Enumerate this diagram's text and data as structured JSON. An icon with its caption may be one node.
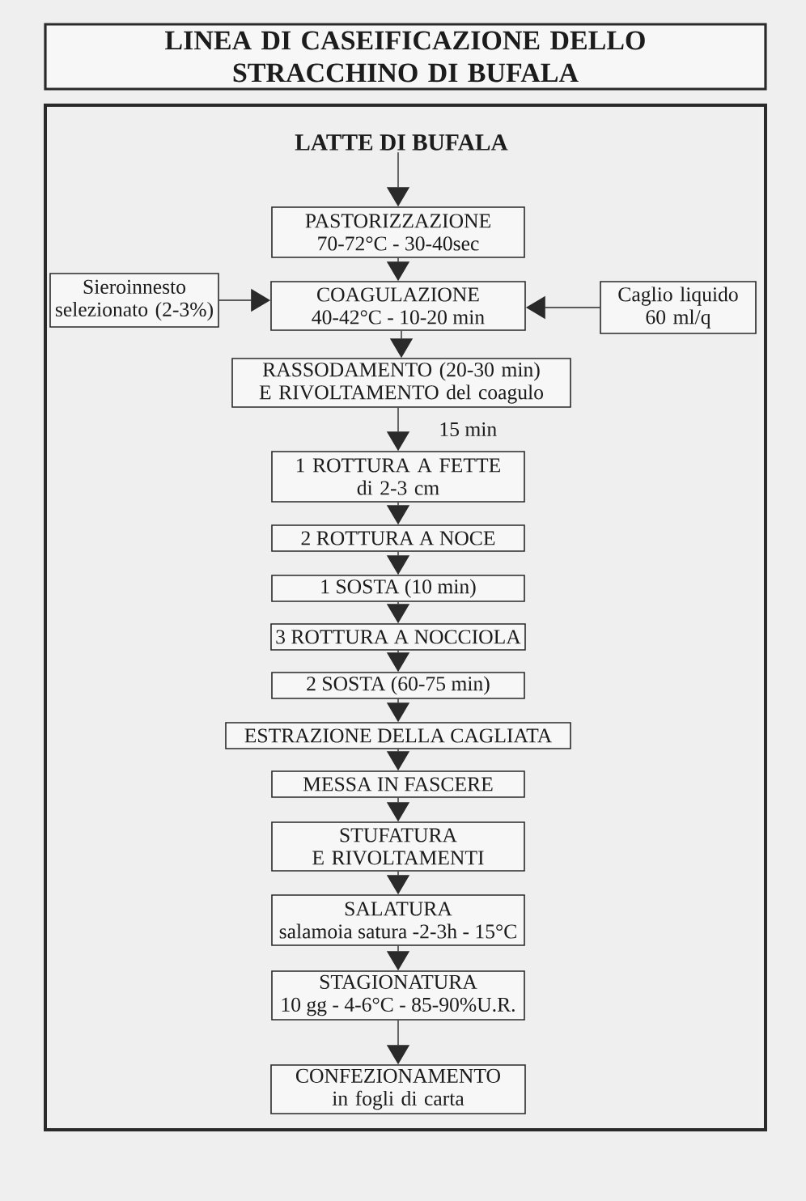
{
  "diagram": {
    "title": "LINEA DI CASEIFICAZIONE DELLO STRACCHINO DI BUFALA",
    "nodes": [
      {
        "text": [],
        "shape": "box"
      },
      {
        "text": [
          "LATTE DI BUFALA"
        ],
        "in": 0
      },
      {
        "text": [
          "PASTORIZZAZIONE",
          "70-72°C - 30-40sec"
        ],
        "in": 0
      },
      {
        "text": [
          "Sieroinnesto selezionato (2-3%)"
        ],
        "in": 0
      },
      {
        "text": [
          "COAGULAZIONE",
          "40-42°C - 10-20 min"
        ],
        "in": 0
      },
      {
        "text": [
          "Caglio liquido 60 ml/q"
        ],
        "in": 0
      },
      {
        "text": [
          "RASSODAMENTO (20-30 min) E RIVOLTAMENTO del coagulo"
        ],
        "in": 0
      },
      {
        "text": [
          "1 ROTTURA A FETTE di 2-3 cm"
        ],
        "in": 0
      },
      {
        "text": [
          "2 ROTTURA A NOCE"
        ],
        "in": 0
      },
      {
        "text": [
          "1 SOSTA (10 min)"
        ],
        "in": 0
      },
      {
        "text": [
          "3 ROTTURA A NOCCIOLA"
        ],
        "in": 0
      },
      {
        "text": [
          "2 SOSTA (60-75 min)"
        ],
        "in": 0
      },
      {
        "text": [
          "ESTRAZIONE DELLA CAGLIATA"
        ],
        "in": 0
      },
      {
        "text": [
          "MESSA IN FASCERE"
        ],
        "in": 0
      },
      {
        "text": [
          "STUFATURA E RIVOLTAMENTI"
        ],
        "in": 0
      },
      {
        "text": [
          "SALATURA",
          "salamoia satura -2-3h - 15°C"
        ],
        "in": 0
      },
      {
        "text": [
          "STAGIONATURA",
          "10 gg - 4-6°C - 85-90%U.R."
        ],
        "in": 0
      },
      {
        "text": [
          "CONFEZIONAMENTO in fogli di carta"
        ],
        "in": 0
      }
    ],
    "edges": [
      {
        "from": 1,
        "to": 2,
        "arrow": "to"
      },
      {
        "from": 2,
        "to": 4,
        "arrow": "to"
      },
      {
        "from": 3,
        "to": 4,
        "arrow": "to"
      },
      {
        "from": 5,
        "to": 4,
        "arrow": "to"
      },
      {
        "from": 4,
        "to": 6,
        "arrow": "to"
      },
      {
        "from": 6,
        "to": 7,
        "arrow": "to",
        "label": "15 min"
      },
      {
        "from": 7,
        "to": 8,
        "arrow": "to"
      },
      {
        "from": 8,
        "to": 9,
        "arrow": "to"
      },
      {
        "from": 9,
        "to": 10,
        "arrow": "to"
      },
      {
        "from": 10,
        "to": 11,
        "arrow": "to"
      },
      {
        "from": 11,
        "to": 12,
        "arrow": "to"
      },
      {
        "from": 12,
        "to": 13,
        "arrow": "to"
      },
      {
        "from": 13,
        "to": 14,
        "arrow": "to"
      },
      {
        "from": 14,
        "to": 15,
        "arrow": "to"
      },
      {
        "from": 15,
        "to": 16,
        "arrow": "to"
      },
      {
        "from": 16,
        "to": 17,
        "arrow": "to"
      }
    ]
  }
}
